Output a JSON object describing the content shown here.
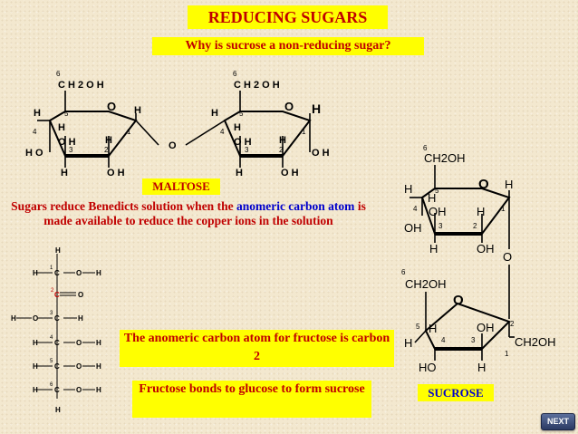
{
  "slide": {
    "title": "REDUCING SUGARS",
    "question": "Why is sucrose a non-reducing sugar?",
    "maltose_label": "MALTOSE",
    "reducing_text": {
      "part1": "Sugars reduce Benedicts solution when the ",
      "highlight1": "anomeric carbon atom",
      "part2": " is made available to reduce the copper ions in the solution"
    },
    "anomeric_note": "The anomeric carbon atom for fructose is carbon 2",
    "fructose_note": "Fructose bonds to glucose to form sucrose",
    "sucrose_label": "SUCROSE",
    "next_button": "NEXT"
  },
  "colors": {
    "label_background": "#ffff00",
    "text_red": "#c00000",
    "text_blue": "#0000cc",
    "slide_background": "#f3e8cf"
  },
  "maltose_structure": {
    "ring1": {
      "c6": "6",
      "ch2oh": "C H 2 O H",
      "c5": "5",
      "c4": "4",
      "c3": "3",
      "c2": "2",
      "c1": "1",
      "ring_o": "O",
      "h_left_top": "H",
      "h_c5": "H",
      "ho_left": "H O",
      "oh_c3": "O H",
      "h_c2": "H",
      "h_c3_below": "H",
      "oh_c2_below": "O H",
      "h_c1": "H"
    },
    "bridge_o": "O",
    "ring2": {
      "c6": "6",
      "ch2oh": "C H 2 O H",
      "c5": "5",
      "c4": "4",
      "c3": "3",
      "c2": "2",
      "c1": "1",
      "ring_o": "O",
      "h_left_top": "H",
      "h_c5": "H",
      "oh_c3": "O H",
      "h_c2": "H",
      "h_c1": "H",
      "oh_c1": "O H",
      "h_c3_below": "H",
      "oh_c2_below": "O H"
    }
  },
  "fructose_chain": {
    "atoms": [
      "H",
      "H",
      "C",
      "O",
      "H",
      "C",
      "O",
      "H",
      "O",
      "C",
      "H",
      "H",
      "C",
      "O",
      "H",
      "H",
      "C",
      "O",
      "H",
      "H",
      "C",
      "O",
      "H",
      "H"
    ],
    "numbers": [
      "1",
      "2",
      "3",
      "4",
      "5",
      "6"
    ]
  },
  "sucrose_structure": {
    "glucose": {
      "c6": "6",
      "ch2oh": "CH2OH",
      "c5": "5",
      "c4": "4",
      "c3": "3",
      "c2": "2",
      "c1": "1",
      "ring_o": "O",
      "h_top_left": "H",
      "h_c5": "H",
      "oh_c4": "OH",
      "oh_c3": "OH",
      "h_c2_top": "H",
      "h_c1": "H",
      "h_c3_below": "H",
      "oh_c2_below": "OH"
    },
    "bridge_o": "O",
    "fructose": {
      "c6": "6",
      "ch2oh_top": "CH2OH",
      "c5": "5",
      "c4": "4",
      "c3": "3",
      "c2": "2",
      "c1": "1",
      "ring_o": "O",
      "h_left": "H",
      "h_c5": "H",
      "oh_c3": "OH",
      "ch2oh_right": "CH2OH",
      "ho_c4": "HO",
      "h_c3_below": "H"
    }
  }
}
